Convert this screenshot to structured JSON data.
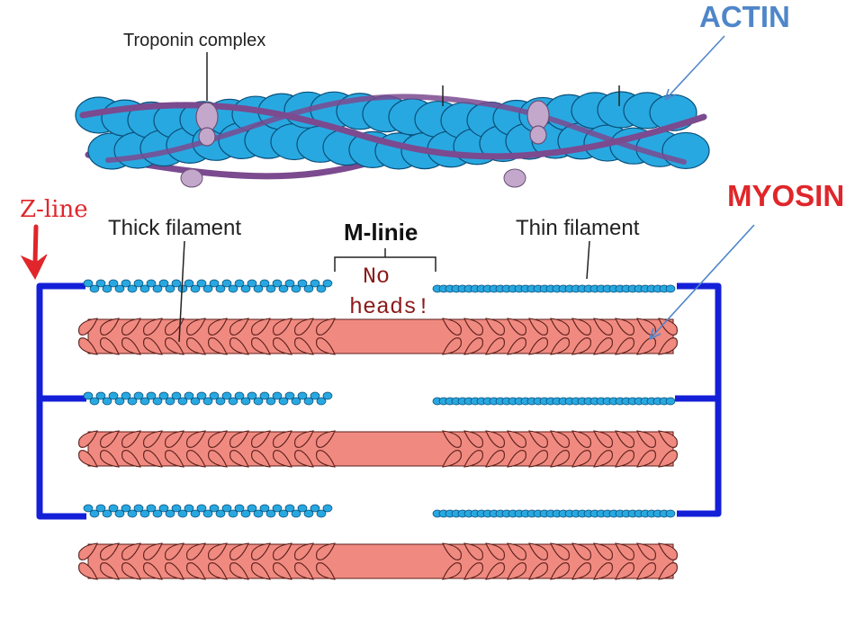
{
  "labels": {
    "actin": "ACTIN",
    "myosin": "MYOSIN",
    "troponin": "Troponin complex",
    "zline": "Z-line",
    "thick": "Thick filament",
    "mline": "M-linie",
    "thin": "Thin filament",
    "no_heads_1": "No",
    "no_heads_2": "heads!"
  },
  "colors": {
    "actin_label": "#4f86c9",
    "myosin_label": "#e0262a",
    "actin_bead": "#28a8e0",
    "actin_outline": "#0a4f7a",
    "tropomyosin": "#7b4a8f",
    "troponin": "#c3a8cc",
    "myosin_body": "#f08a80",
    "myosin_outline": "#5a1e1a",
    "zline": "#1420d8",
    "zline_arrow": "#e0262a",
    "no_heads_text": "#8b1a1a"
  }
}
